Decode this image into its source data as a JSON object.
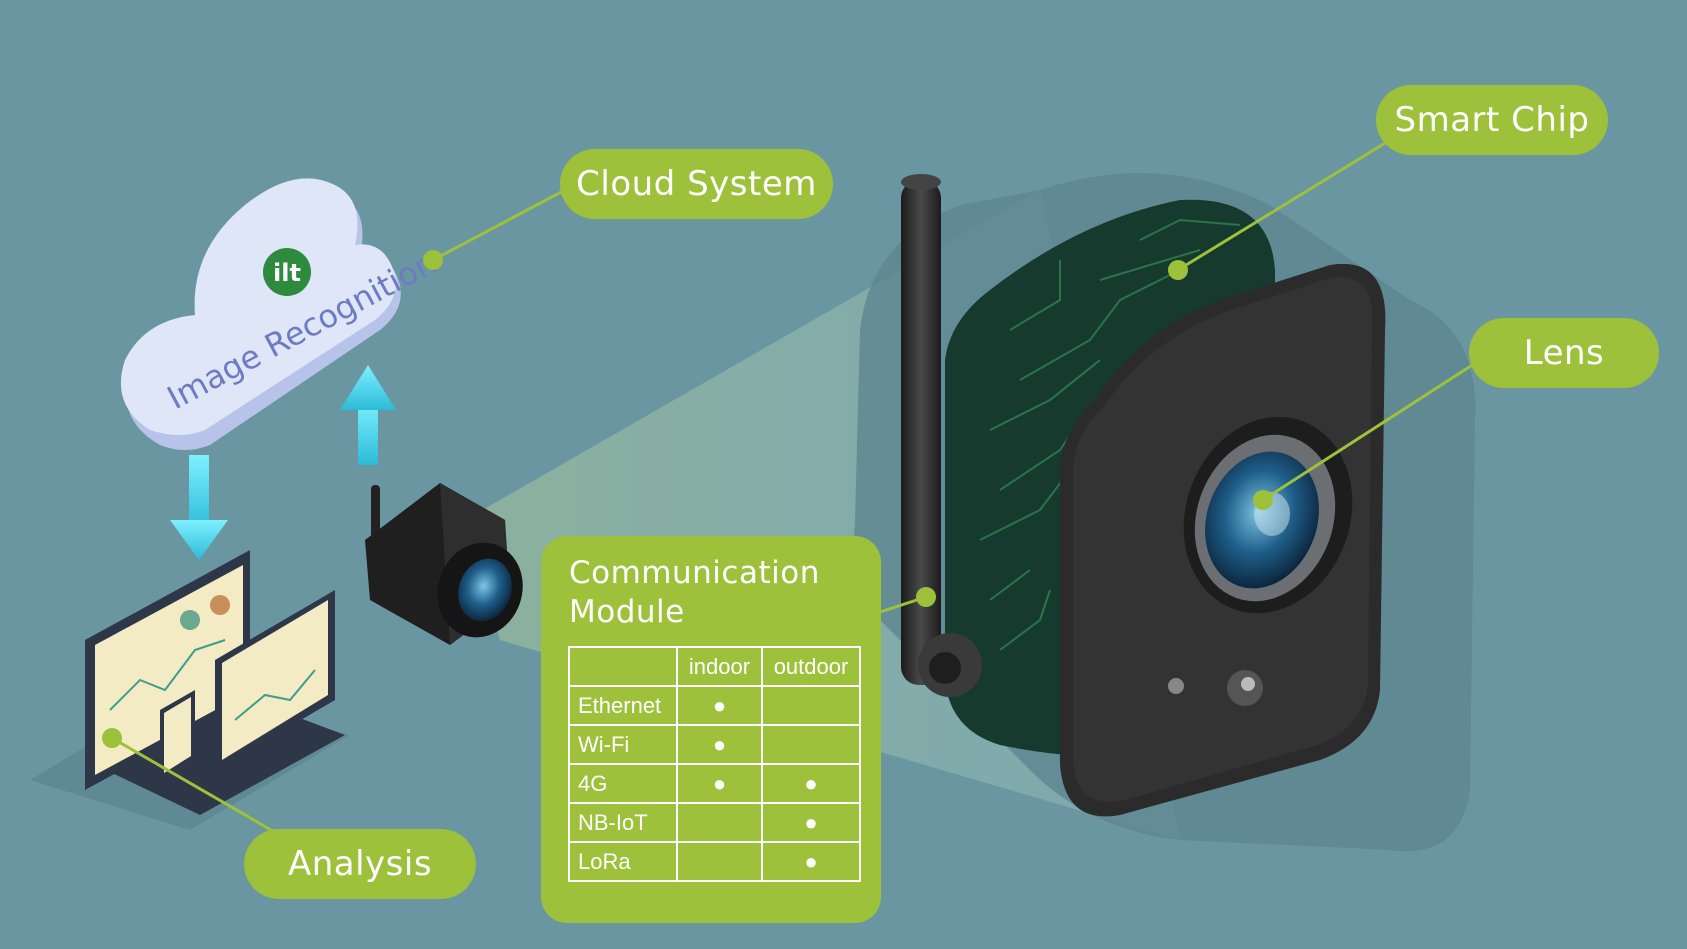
{
  "labels": {
    "cloud_system": "Cloud System",
    "smart_chip": "Smart Chip",
    "lens": "Lens",
    "analysis": "Analysis"
  },
  "cloud": {
    "text": "Image Recognition",
    "logo_text": "ilt"
  },
  "communication_module": {
    "title": "Communication Module",
    "columns": [
      "",
      "indoor",
      "outdoor"
    ],
    "rows": [
      {
        "name": "Ethernet",
        "indoor": "●",
        "outdoor": ""
      },
      {
        "name": "Wi-Fi",
        "indoor": "●",
        "outdoor": ""
      },
      {
        "name": "4G",
        "indoor": "●",
        "outdoor": "●"
      },
      {
        "name": "NB-IoT",
        "indoor": "",
        "outdoor": "●"
      },
      {
        "name": "LoRa",
        "indoor": "",
        "outdoor": "●"
      }
    ]
  },
  "colors": {
    "background": "#6a96a2",
    "accent": "#9dc13b",
    "arrow": "#3fd0e6",
    "cloud": "#dfe6f8",
    "camera_body": "#2b2b2b"
  }
}
